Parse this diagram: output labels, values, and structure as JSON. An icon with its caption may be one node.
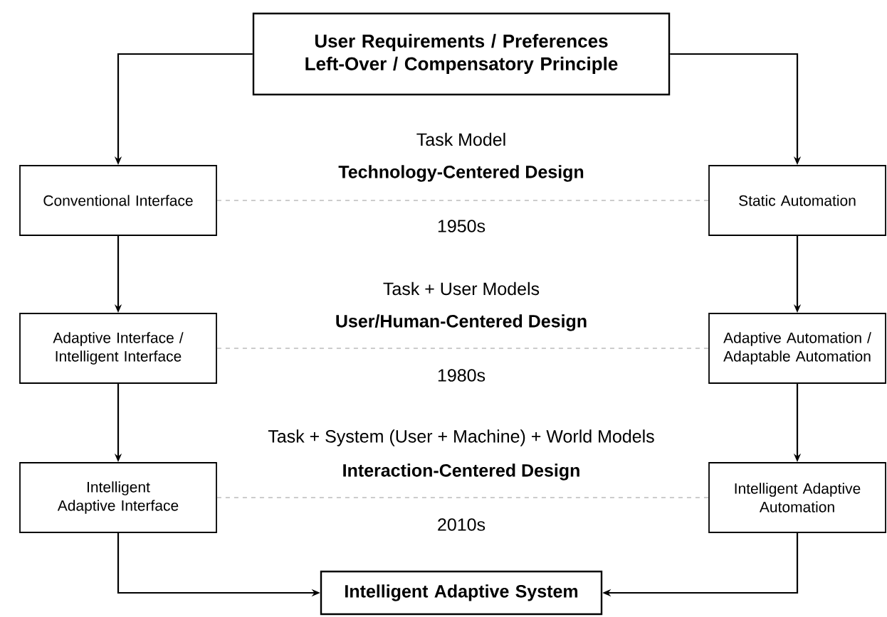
{
  "diagram": {
    "nodes": [
      {
        "text": [
          "User Requirements / Preferences Left-Over / Compensatory Principle"
        ]
      },
      {
        "text": [
          "Conventional Interface"
        ]
      },
      {
        "text": [
          "Static Automation"
        ]
      },
      {
        "text": [
          "Adaptive Interface / Intelligent Interface"
        ]
      },
      {
        "text": [
          "Adaptive Automation / Adaptable Automation"
        ]
      },
      {
        "text": [
          "Intelligent Adaptive Interface"
        ]
      },
      {
        "text": [
          "Intelligent Adaptive Automation"
        ]
      },
      {
        "text": [
          "Intelligent Adaptive System"
        ]
      }
    ],
    "edges": [
      {
        "from": 0,
        "to": 1,
        "arrow": "to"
      },
      {
        "from": 0,
        "to": 2,
        "arrow": "to"
      },
      {
        "from": 1,
        "to": 3,
        "arrow": "to"
      },
      {
        "from": 2,
        "to": 4,
        "arrow": "to"
      },
      {
        "from": 3,
        "to": 5,
        "arrow": "to"
      },
      {
        "from": 4,
        "to": 6,
        "arrow": "to"
      },
      {
        "from": 5,
        "to": 7,
        "arrow": "to"
      },
      {
        "from": 6,
        "to": 7,
        "arrow": "to"
      },
      {
        "from": 1,
        "to": 2,
        "arrow": "none",
        "style": "dashed",
        "color": "#999999"
      },
      {
        "from": 3,
        "to": 4,
        "arrow": "none",
        "style": "dashed",
        "color": "#999999"
      },
      {
        "from": 5,
        "to": 6,
        "arrow": "none",
        "style": "dashed",
        "color": "#999999"
      }
    ],
    "labels": [
      "Task Model",
      "Technology-Centered Design",
      "1950s",
      "Task + User Models",
      "User/Human-Centered Design",
      "1980s",
      "Task + System (User + Machine) + World Models",
      "Interaction-Centered Design",
      "2010s"
    ]
  }
}
